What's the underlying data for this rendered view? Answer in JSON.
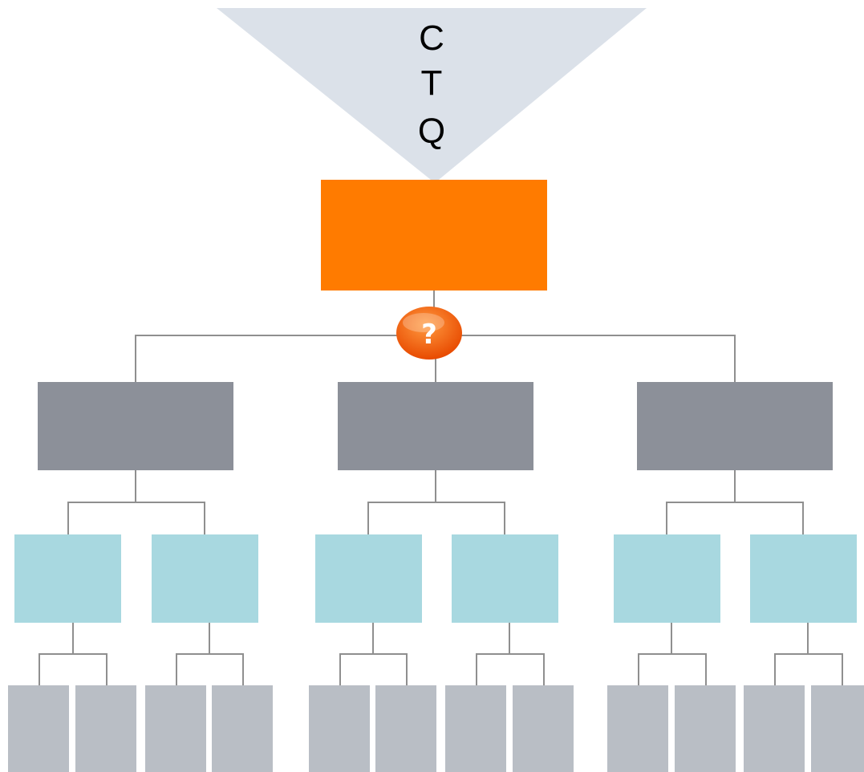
{
  "funnel": {
    "letters": [
      "C",
      "T",
      "Q"
    ]
  },
  "question_icon": {
    "glyph": "?",
    "name": "question-mark-icon"
  },
  "tree": {
    "root": {
      "label": ""
    },
    "branches": [
      {
        "label": "",
        "children": [
          {
            "label": "",
            "leaves": [
              "",
              ""
            ]
          },
          {
            "label": "",
            "leaves": [
              "",
              ""
            ]
          }
        ]
      },
      {
        "label": "",
        "children": [
          {
            "label": "",
            "leaves": [
              "",
              ""
            ]
          },
          {
            "label": "",
            "leaves": [
              "",
              ""
            ]
          }
        ]
      },
      {
        "label": "",
        "children": [
          {
            "label": "",
            "leaves": [
              "",
              ""
            ]
          },
          {
            "label": "",
            "leaves": [
              "",
              ""
            ]
          }
        ]
      }
    ]
  },
  "colors": {
    "funnel": "#dbe1e9",
    "root": "#ff7b00",
    "level1": "#8c9099",
    "level2": "#a8d8e0",
    "level3": "#b9bec5",
    "connector": "#8f8f8f",
    "question_gradient_top": "#ff9a40",
    "question_gradient_bottom": "#e84a00"
  }
}
